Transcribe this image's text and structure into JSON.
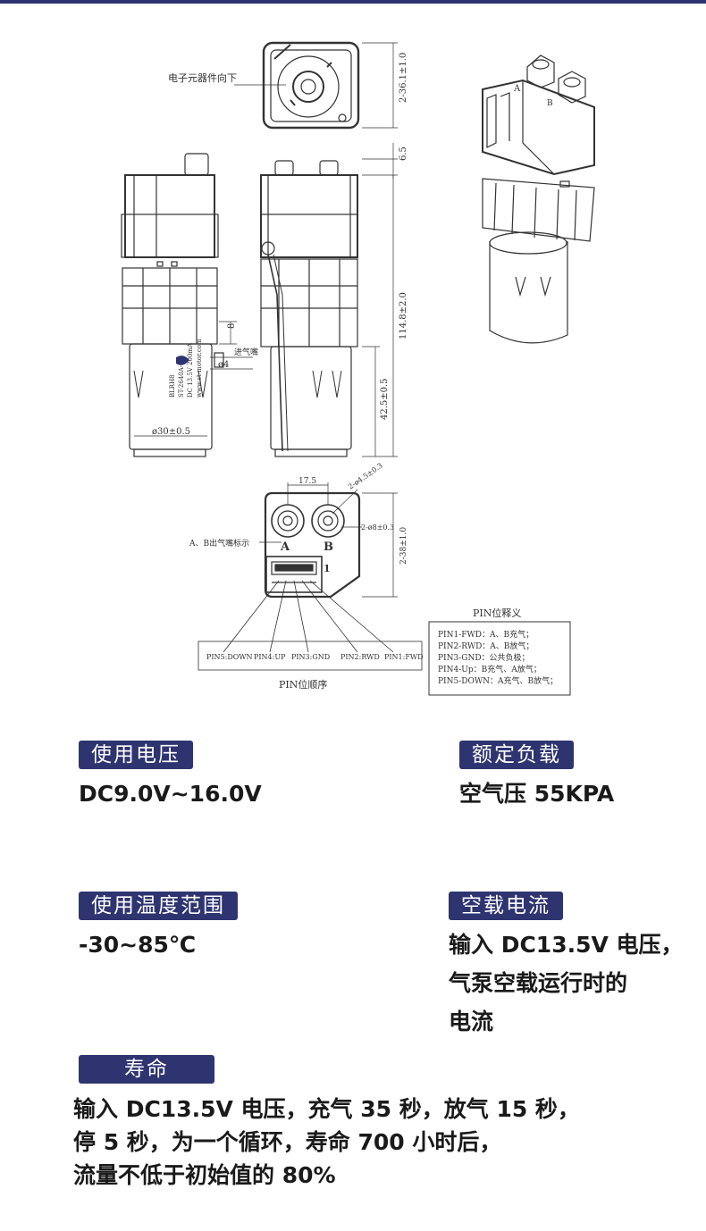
{
  "drawing": {
    "label_components_down": "电子元器件向下",
    "label_inlet": "进气嘴",
    "label_outlet_mark": "A、B出气嘴标示",
    "dims": {
      "top_width": "2-36.1±1.0",
      "top_connector": "6.5",
      "total_height": "114.8±2.0",
      "motor_height": "42.5±0.5",
      "inlet_len": "8",
      "inlet_dia": "ø4",
      "motor_dia": "ø30±0.5",
      "nozzle_pitch": "17.5",
      "nozzle_inner": "2-ø4.5±0.3",
      "nozzle_outer": "2-ø8±0.3",
      "bottom_height": "2-38±1.0"
    },
    "port_a": "A",
    "port_b": "B",
    "pin1_marker": "1",
    "motor_label_lines": [
      "BLRH8",
      "ST-2640A-07",
      "DC 13.5V 200mA",
      "www.st-motor.com"
    ],
    "view_letters": [
      "A",
      "B"
    ],
    "pin_order_title": "PIN位顺序",
    "pin_order": [
      "PIN5:DOWN",
      "PIN4:UP",
      "PIN3:GND",
      "PIN2:RWD",
      "PIN1:FWD"
    ],
    "pin_def_title": "PIN位释义",
    "pin_defs": [
      "PIN1-FWD：A、B充气；",
      "PIN2-RWD：A、B放气；",
      "PIN3-GND：公共负极；",
      "PIN4-Up：B充气、A放气；",
      "PIN5-DOWN：A充气、B放气；"
    ]
  },
  "specs": {
    "voltage": {
      "label": "使用电压",
      "value": "DC9.0V~16.0V"
    },
    "load": {
      "label": "额定负载",
      "value": "空气压 55KPA"
    },
    "temp": {
      "label": "使用温度范围",
      "value": "-30~85℃"
    },
    "noload": {
      "label": "空载电流",
      "lines": [
        "输入 DC13.5V 电压，",
        "气泵空载运行时的",
        "电流"
      ]
    },
    "life": {
      "label": "寿命",
      "lines": [
        "输入 DC13.5V 电压，充气 35 秒，放气 15 秒，",
        "停 5 秒，为一个循环，寿命 700 小时后，",
        "流量不低于初始值的 80%"
      ]
    }
  },
  "colors": {
    "accent": "#2e3470",
    "line": "#333333"
  }
}
